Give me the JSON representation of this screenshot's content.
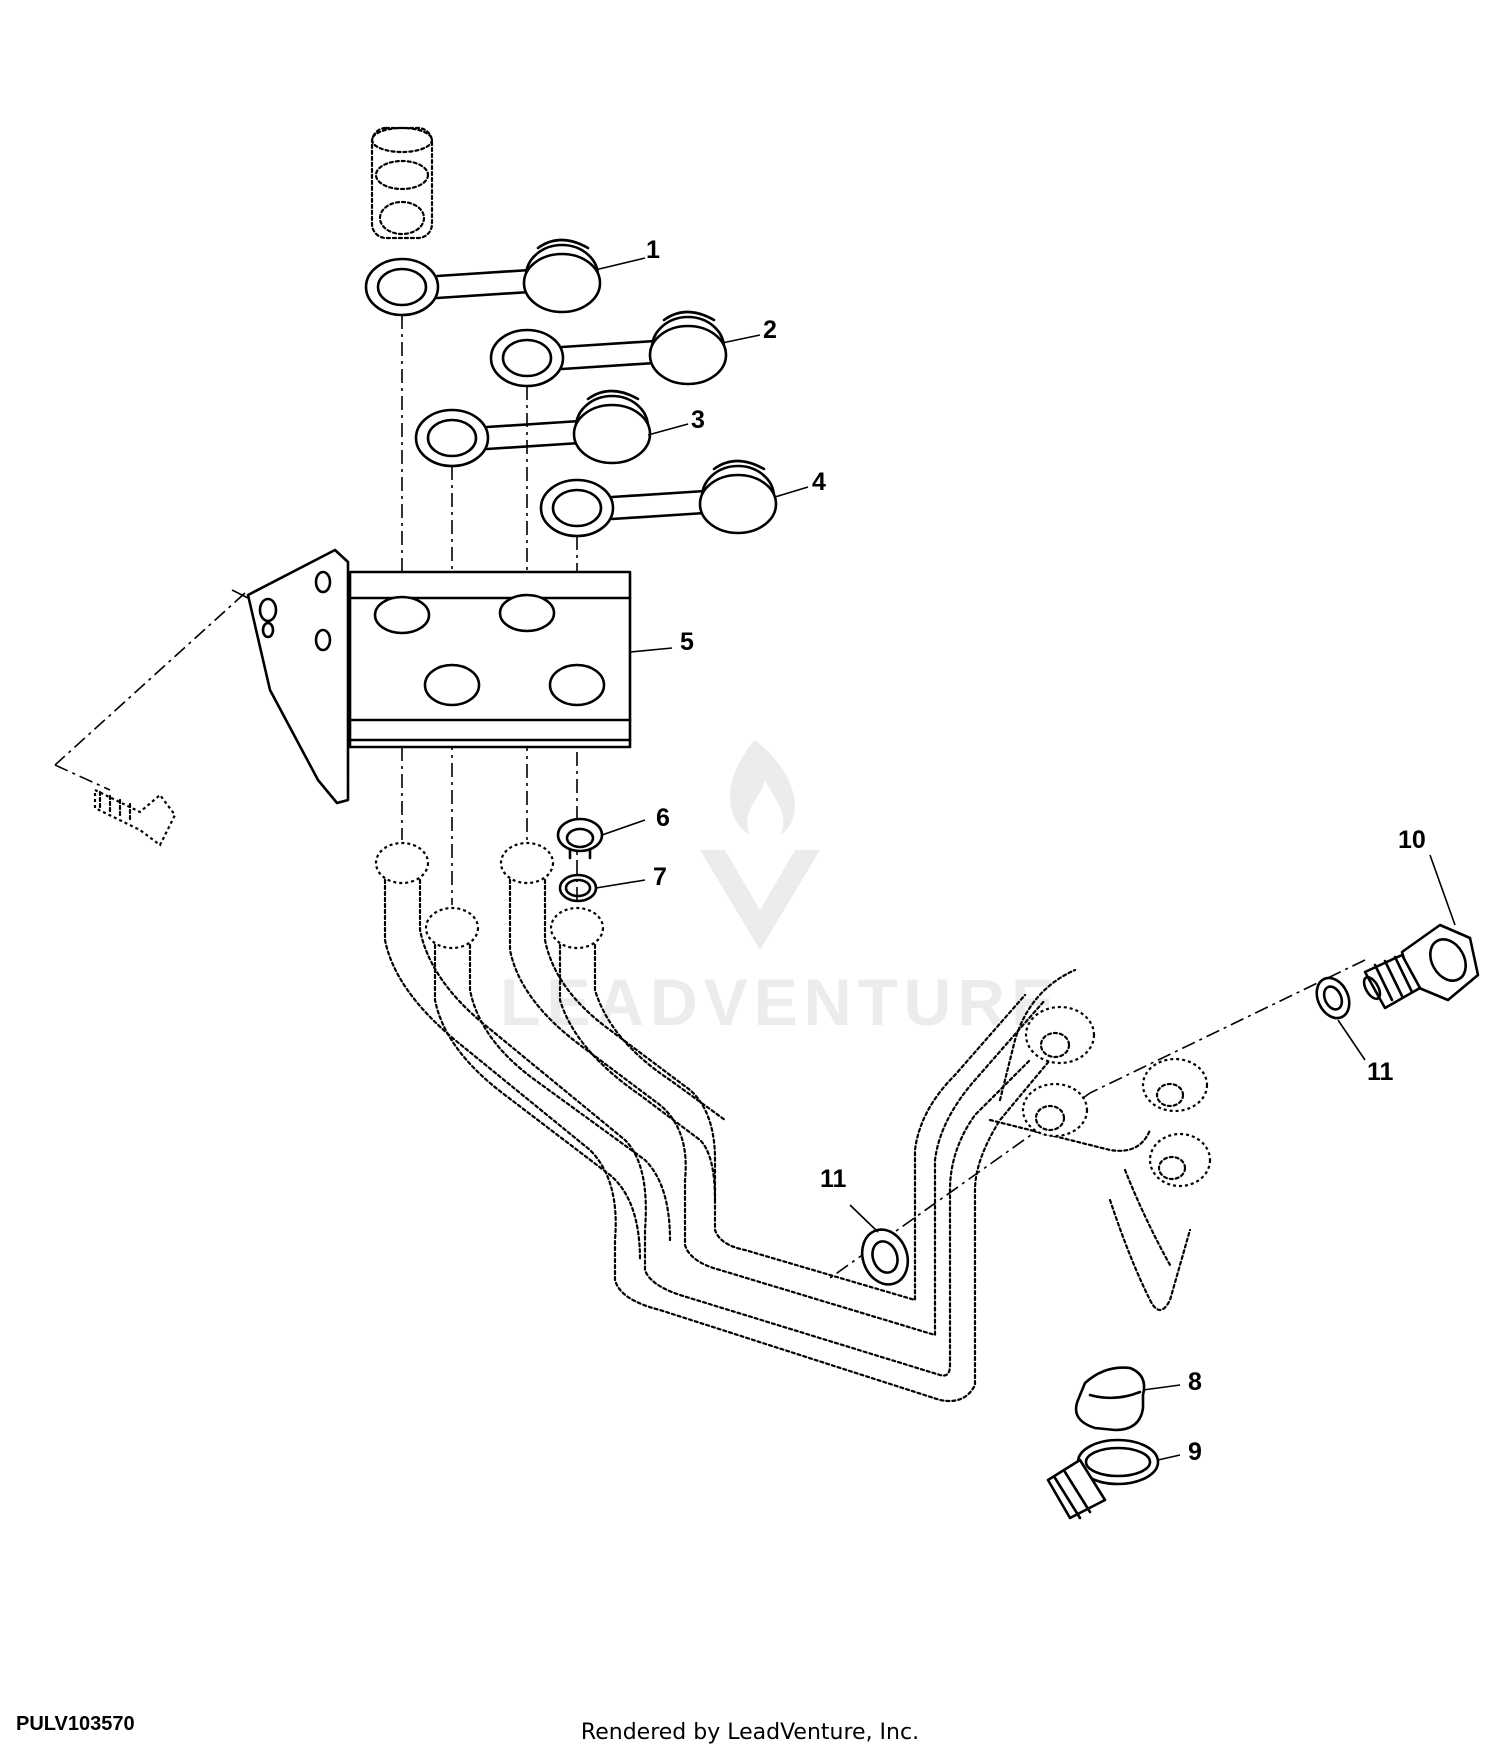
{
  "figure_id": "PULV103570",
  "render_credit": "Rendered by LeadVenture, Inc.",
  "watermark": {
    "text": "LEADVENTURE"
  },
  "callouts": [
    "1",
    "2",
    "3",
    "4",
    "5",
    "6",
    "7",
    "8",
    "9",
    "10",
    "11",
    "11"
  ]
}
